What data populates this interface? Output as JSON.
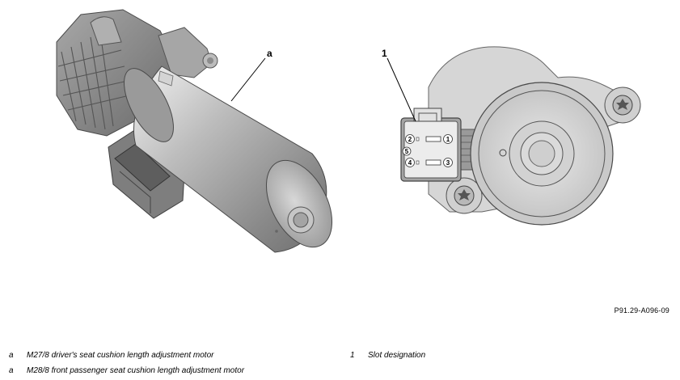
{
  "figure": {
    "callout_left": "a",
    "callout_right": "1",
    "connector_pins": [
      "1",
      "2",
      "3",
      "4",
      "5"
    ]
  },
  "reference_code": "P91.29-A096-09",
  "legend": {
    "left": [
      {
        "key": "a",
        "text": "M27/8 driver's seat cushion length adjustment motor"
      },
      {
        "key": "a",
        "text": "M28/8 front passenger seat cushion length adjustment motor"
      }
    ],
    "right": [
      {
        "key": "1",
        "text": "Slot designation"
      }
    ]
  }
}
